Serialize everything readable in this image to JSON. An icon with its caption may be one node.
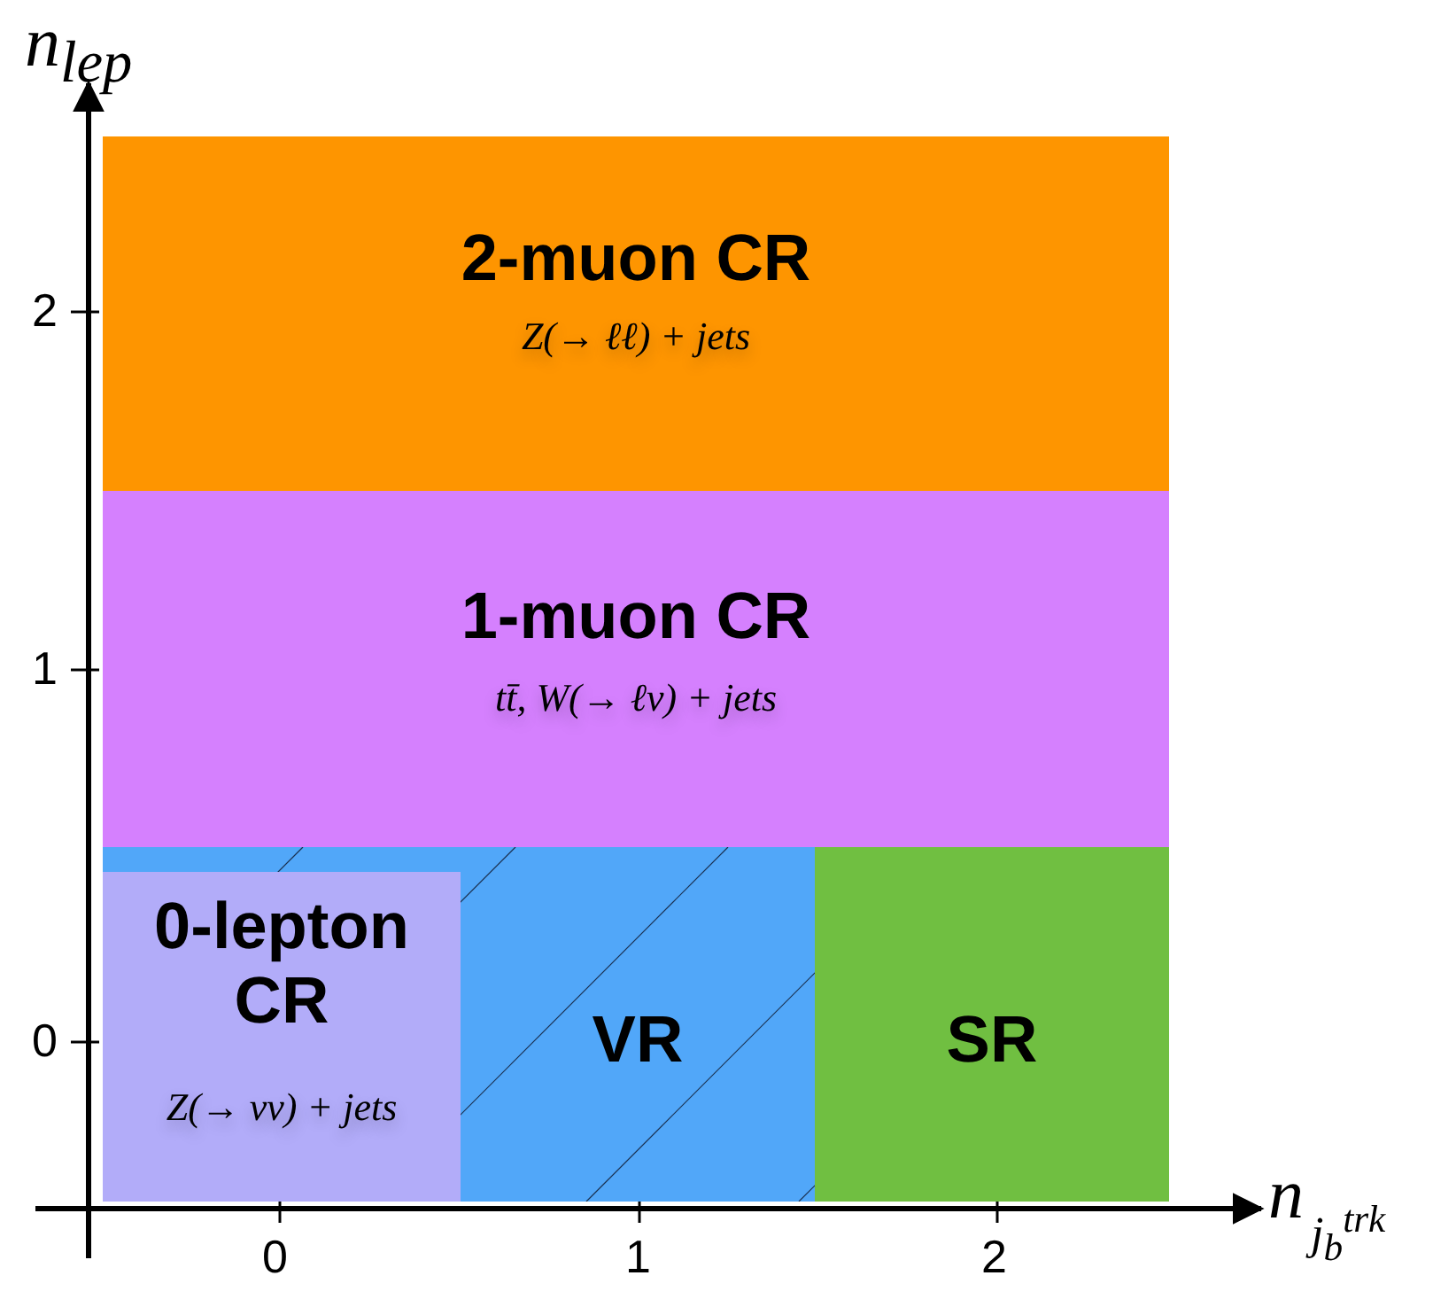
{
  "diagram": {
    "nodes": [
      {
        "text": [
          "2-muon CR",
          "Z(→ ℓℓ) + jets"
        ]
      },
      {
        "text": [
          "1-muon CR",
          "tt̄, W(→ ℓν) + jets"
        ]
      },
      {
        "text": [
          "VR"
        ]
      },
      {
        "text": [
          "0-lepton CR",
          "Z(→ νν) + jets"
        ],
        "in": 2
      },
      {
        "text": [
          "SR"
        ]
      }
    ],
    "edges": [],
    "labels": [
      "n$_{lep}$",
      "2",
      "1",
      "0",
      "0",
      "1",
      "2",
      "n",
      "j$_{b}$$^{trk}$"
    ]
  }
}
